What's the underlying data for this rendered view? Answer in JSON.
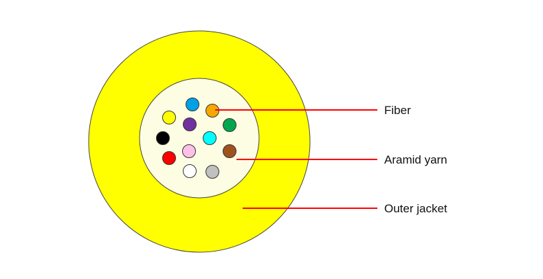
{
  "labels": {
    "fiber": "Fiber",
    "aramid_yarn": "Aramid yarn",
    "outer_jacket": "Outer jacket"
  },
  "colors": {
    "outer_jacket": "#ffff00",
    "aramid_yarn": "#fdfde3",
    "outline": "#444444",
    "leader_line": "#ff0000",
    "text": "#111111"
  },
  "fibers": [
    {
      "name": "blue",
      "color": "#00a0e6"
    },
    {
      "name": "orange",
      "color": "#f5a800"
    },
    {
      "name": "yellow",
      "color": "#ffff00"
    },
    {
      "name": "violet",
      "color": "#7030a0"
    },
    {
      "name": "green",
      "color": "#00a550"
    },
    {
      "name": "black",
      "color": "#000000"
    },
    {
      "name": "aqua",
      "color": "#00ffff"
    },
    {
      "name": "rose",
      "color": "#ffc0e8"
    },
    {
      "name": "brown",
      "color": "#a0521c"
    },
    {
      "name": "red",
      "color": "#ff0000"
    },
    {
      "name": "white",
      "color": "#ffffff"
    },
    {
      "name": "slate",
      "color": "#c0c0c0"
    }
  ]
}
